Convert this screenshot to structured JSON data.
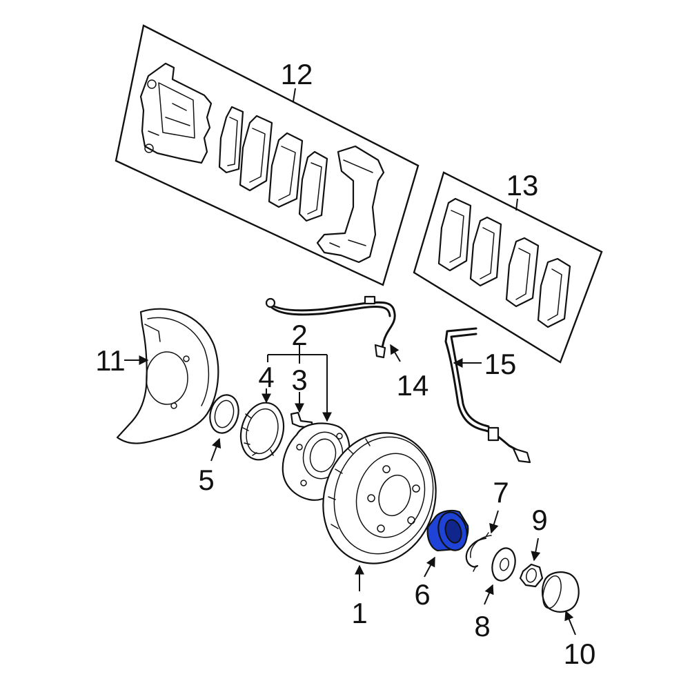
{
  "highlight_color": "#1f43d6",
  "callouts": {
    "c1": "1",
    "c2": "2",
    "c3": "3",
    "c4": "4",
    "c5": "5",
    "c6": "6",
    "c7": "7",
    "c8": "8",
    "c9": "9",
    "c10": "10",
    "c11": "11",
    "c12": "12",
    "c13": "13",
    "c14": "14",
    "c15": "15"
  },
  "highlighted_part": "6"
}
